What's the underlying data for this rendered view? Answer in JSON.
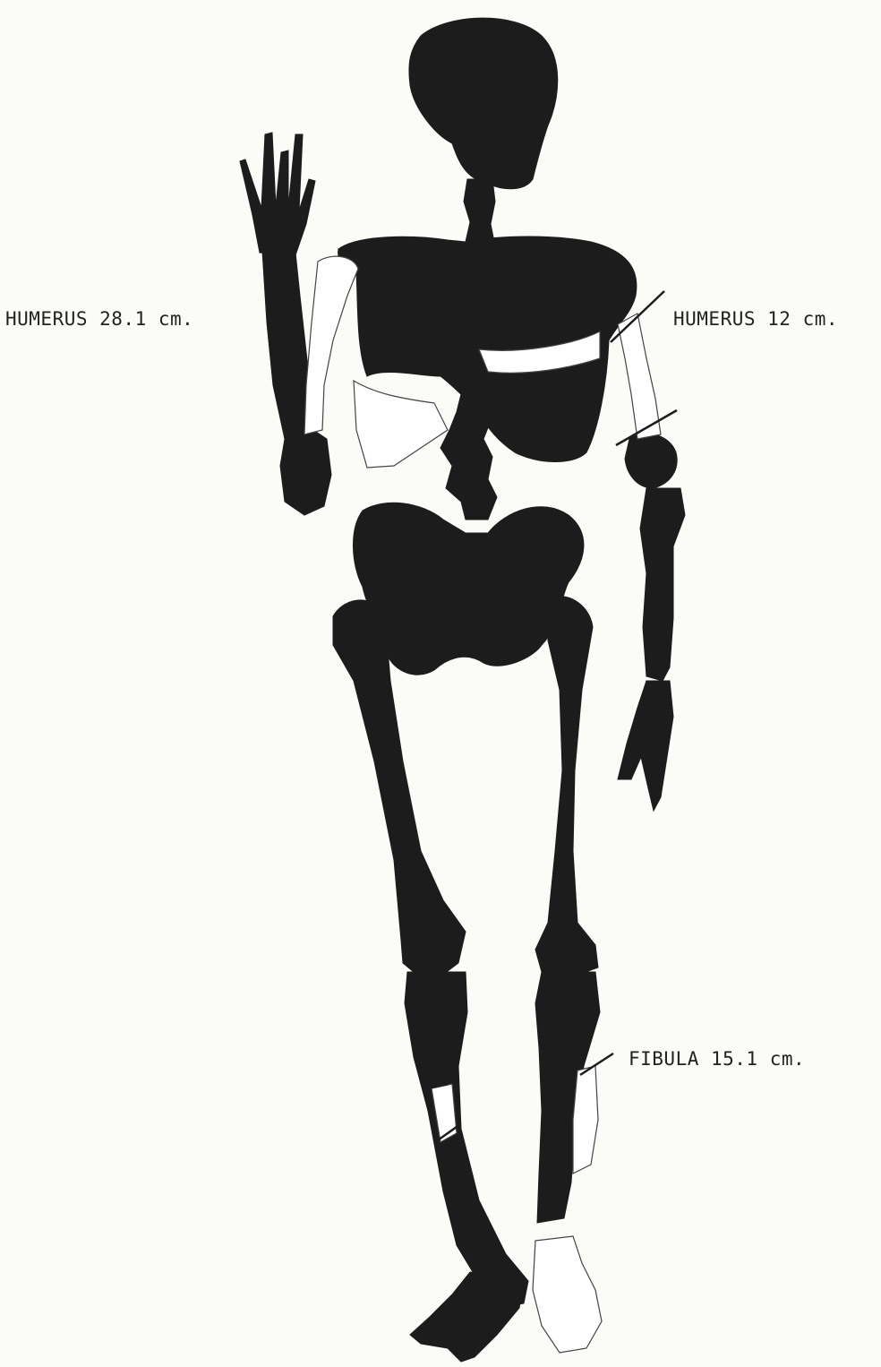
{
  "figure": {
    "subject": "skeleton",
    "colors": {
      "background": "#fbfbf8",
      "bone_present": "#1c1c1c",
      "bone_missing": "#ffffff",
      "outline": "#444444",
      "label_text": "#222222"
    }
  },
  "annotations": {
    "left_humerus": "HUMERUS 28.1 cm.",
    "right_humerus": "HUMERUS 12 cm.",
    "fibula": "FIBULA 15.1 cm."
  }
}
